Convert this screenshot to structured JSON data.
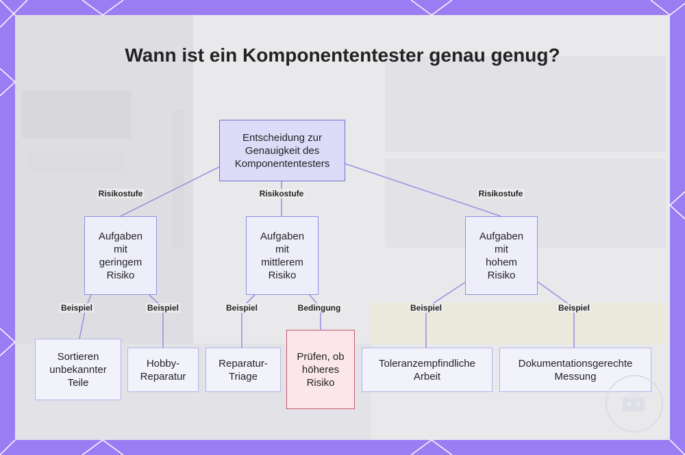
{
  "title": "Wann ist ein Komponententester genau genug?",
  "nodes": {
    "root": "Entscheidung zur Genauigkeit des Komponententesters",
    "low": "Aufgaben\nmit\ngeringem\nRisiko",
    "mid": "Aufgaben\nmit\nmittlerem\nRisiko",
    "high": "Aufgaben\nmit\nhohem\nRisiko",
    "sort": "Sortieren\nunbekannter\nTeile",
    "hobby": "Hobby-\nReparatur",
    "triage": "Reparatur-\nTriage",
    "check": "Prüfen, ob\nhöheres\nRisiko",
    "tolerance": "Toleranzempfindliche\nArbeit",
    "doc": "Dokumentationsgerechte\nMessung"
  },
  "edge_labels": {
    "root_low": "Risikostufe",
    "root_mid": "Risikostufe",
    "root_high": "Risikostufe",
    "low_sort": "Beispiel",
    "low_hobby": "Beispiel",
    "mid_triage": "Beispiel",
    "mid_check": "Bedingung",
    "high_tolerance": "Beispiel",
    "high_doc": "Beispiel"
  },
  "colors": {
    "frame": "#9b7cf2",
    "edge": "#9f8fe0",
    "primary_border": "#6f6fd6",
    "warn_border": "#c4586c"
  }
}
